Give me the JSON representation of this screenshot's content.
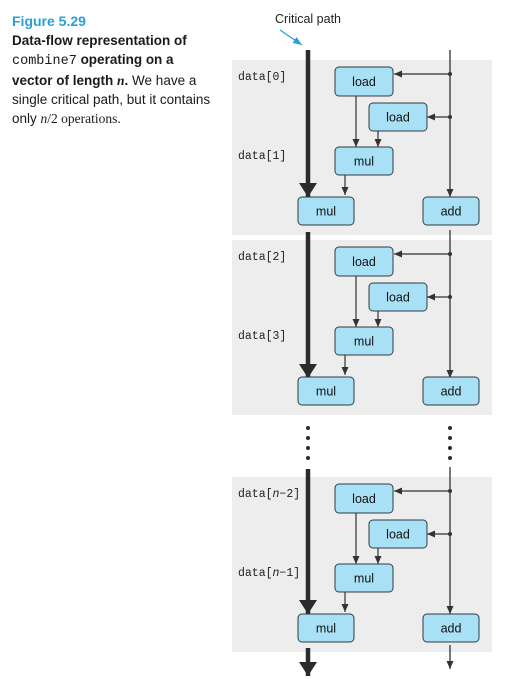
{
  "figure": {
    "label": "Figure 5.29",
    "caption_bold_1": "Data-flow representation of ",
    "caption_code": "combine7",
    "caption_bold_2": " operating on a vector of length ",
    "caption_var_n": "n",
    "caption_bold_3": ".",
    "caption_plain_1": " We have a single critical path, but it contains only ",
    "caption_var_n2": "n",
    "caption_plain_2": "/2 operations."
  },
  "diagram": {
    "critical_path_label": "Critical path",
    "blocks": [
      {
        "data_top": "data[0]",
        "data_bottom": "data[1]",
        "load1": "load",
        "load2": "load",
        "mul_inner": "mul",
        "mul_main": "mul",
        "add": "add"
      },
      {
        "data_top": "data[2]",
        "data_bottom": "data[3]",
        "load1": "load",
        "load2": "load",
        "mul_inner": "mul",
        "mul_main": "mul",
        "add": "add"
      },
      {
        "data_top": "data[n−2]",
        "data_bottom": "data[n−1]",
        "load1": "load",
        "load2": "load",
        "mul_inner": "mul",
        "mul_main": "mul",
        "add": "add"
      }
    ],
    "colors": {
      "panel": "#ededed",
      "op_fill": "#a8e0f5",
      "op_stroke": "#2f3b44",
      "line": "#333333",
      "critical": "#2b2b2b",
      "accent": "#2a9fd6"
    }
  }
}
